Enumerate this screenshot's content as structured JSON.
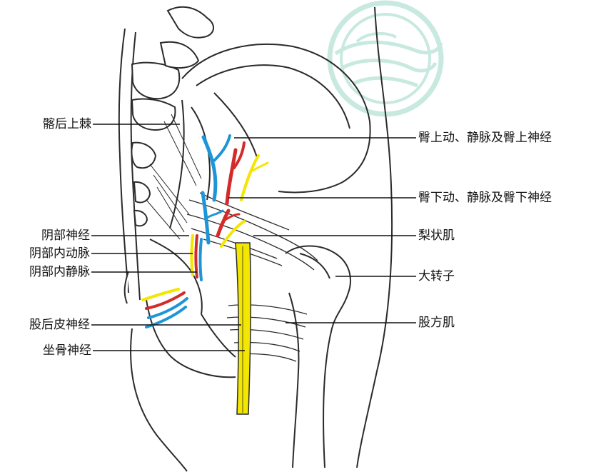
{
  "colors": {
    "artery": "#d42a2a",
    "vein": "#1e95d6",
    "nerve": "#f3e600",
    "outline": "#2b2b2b",
    "watermark": "#bfe6da",
    "leader": "#111111"
  },
  "labels": {
    "left": {
      "posterior_superior_iliac_spine": "髂后上棘",
      "pudendal_nerve": "阴部神经",
      "internal_pudendal_artery": "阴部内动脉",
      "internal_pudendal_vein": "阴部内静脉",
      "posterior_femoral_cutaneous_nerve": "股后皮神经",
      "sciatic_nerve": "坐骨神经"
    },
    "right": {
      "superior_gluteal_vessels_nerve": "臀上动、静脉及臀上神经",
      "inferior_gluteal_vessels_nerve": "臀下动、静脉及臀下神经",
      "piriformis": "梨状肌",
      "greater_trochanter": "大转子",
      "quadratus_femoris": "股方肌"
    }
  },
  "icons": {
    "watermark": "watermark-logo-icon"
  }
}
